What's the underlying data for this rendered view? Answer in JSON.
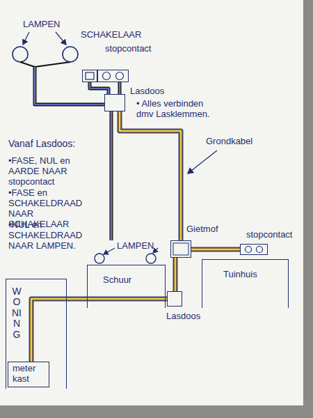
{
  "diagram": {
    "nodes": [
      {
        "text": [
          "LAMPEN"
        ]
      },
      {
        "text": [
          "SCHAKELAAR"
        ]
      },
      {
        "text": [
          "stopcontact"
        ]
      },
      {
        "text": [
          "Lasdoos"
        ]
      },
      {
        "text": [
          "WONING"
        ]
      },
      {
        "text": [
          "meter kast"
        ],
        "in": 4
      },
      {
        "text": [
          "Schuur"
        ]
      },
      {
        "text": [
          "LAMPEN"
        ]
      },
      {
        "text": [
          "Tuinhuis"
        ]
      },
      {
        "text": [
          "stopcontact"
        ]
      },
      {
        "text": [
          "Gietmof"
        ]
      },
      {
        "text": [
          "Lasdoos"
        ]
      }
    ],
    "edges": [
      {
        "from": 5,
        "to": 11,
        "arrow": "none"
      },
      {
        "from": 11,
        "to": 10,
        "arrow": "none"
      },
      {
        "from": 10,
        "to": 3,
        "arrow": "none"
      },
      {
        "from": 10,
        "to": 9,
        "arrow": "none"
      },
      {
        "from": 3,
        "to": 2,
        "arrow": "none"
      },
      {
        "from": 3,
        "to": 1,
        "arrow": "none"
      },
      {
        "from": 3,
        "to": 0,
        "arrow": "none"
      },
      {
        "from": 3,
        "to": 7,
        "arrow": "none"
      }
    ],
    "labels": [
      "• Alles verbinden dmv Lasklemmen.",
      "Vanaf Lasdoos:",
      "•FASE, NUL en AARDE NAAR stopcontact",
      "•FASE en SCHAKELDRAAD NAAR SCHAKELAAR",
      "•NUL en SCHAKELDRAAD NAAR LAMPEN.",
      "Grondkabel"
    ]
  }
}
